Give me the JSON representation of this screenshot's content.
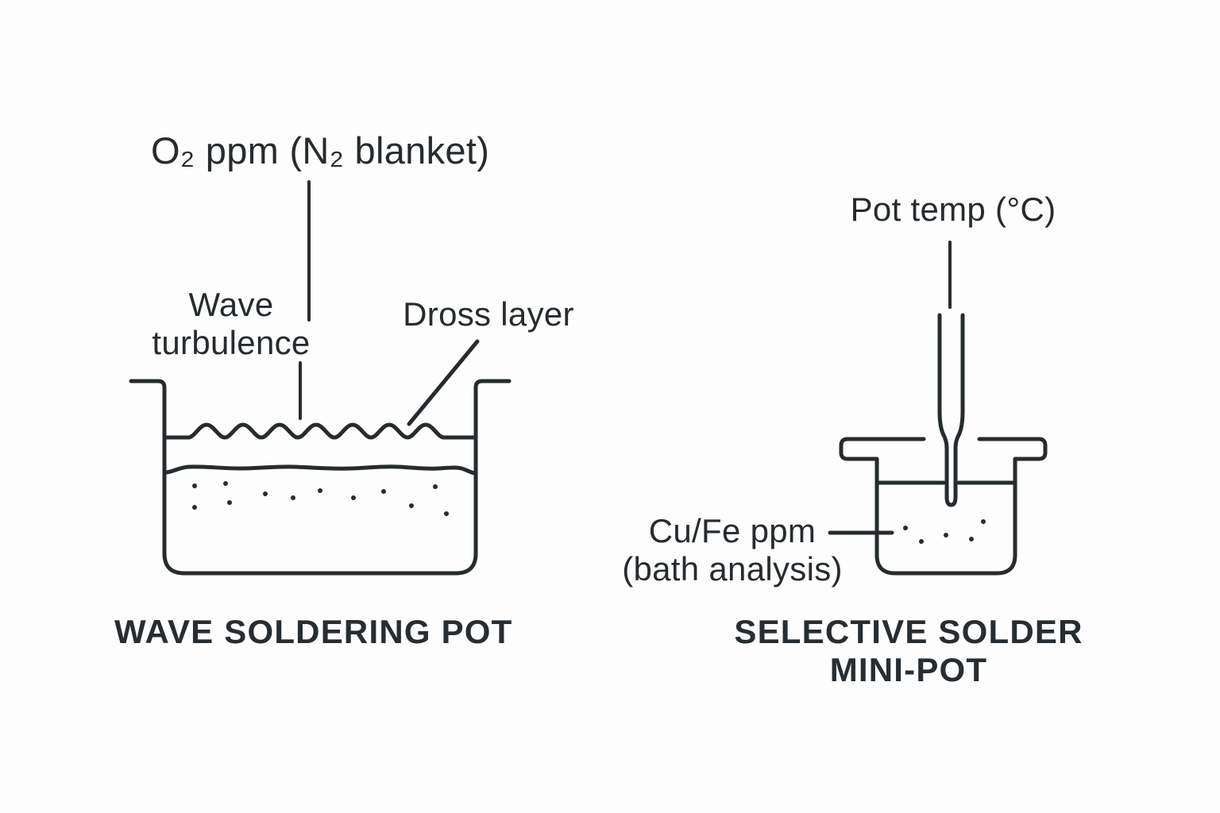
{
  "background": "#fdfdfd",
  "ink_color": "#262b2e",
  "wave_pot": {
    "o2_label": "O₂ ppm (N₂ blanket)",
    "wave_turbulence_label": {
      "line1": "Wave",
      "line2": "turbulence"
    },
    "dross_label": "Dross layer",
    "title": "WAVE SOLDERING POT"
  },
  "mini_pot": {
    "pot_temp_label": "Pot temp (°C)",
    "cu_fe_label": {
      "line1": "Cu/Fe ppm",
      "line2": "(bath analysis)"
    },
    "title": {
      "line1": "SELECTIVE SOLDER",
      "line2": "MINI-POT"
    }
  }
}
